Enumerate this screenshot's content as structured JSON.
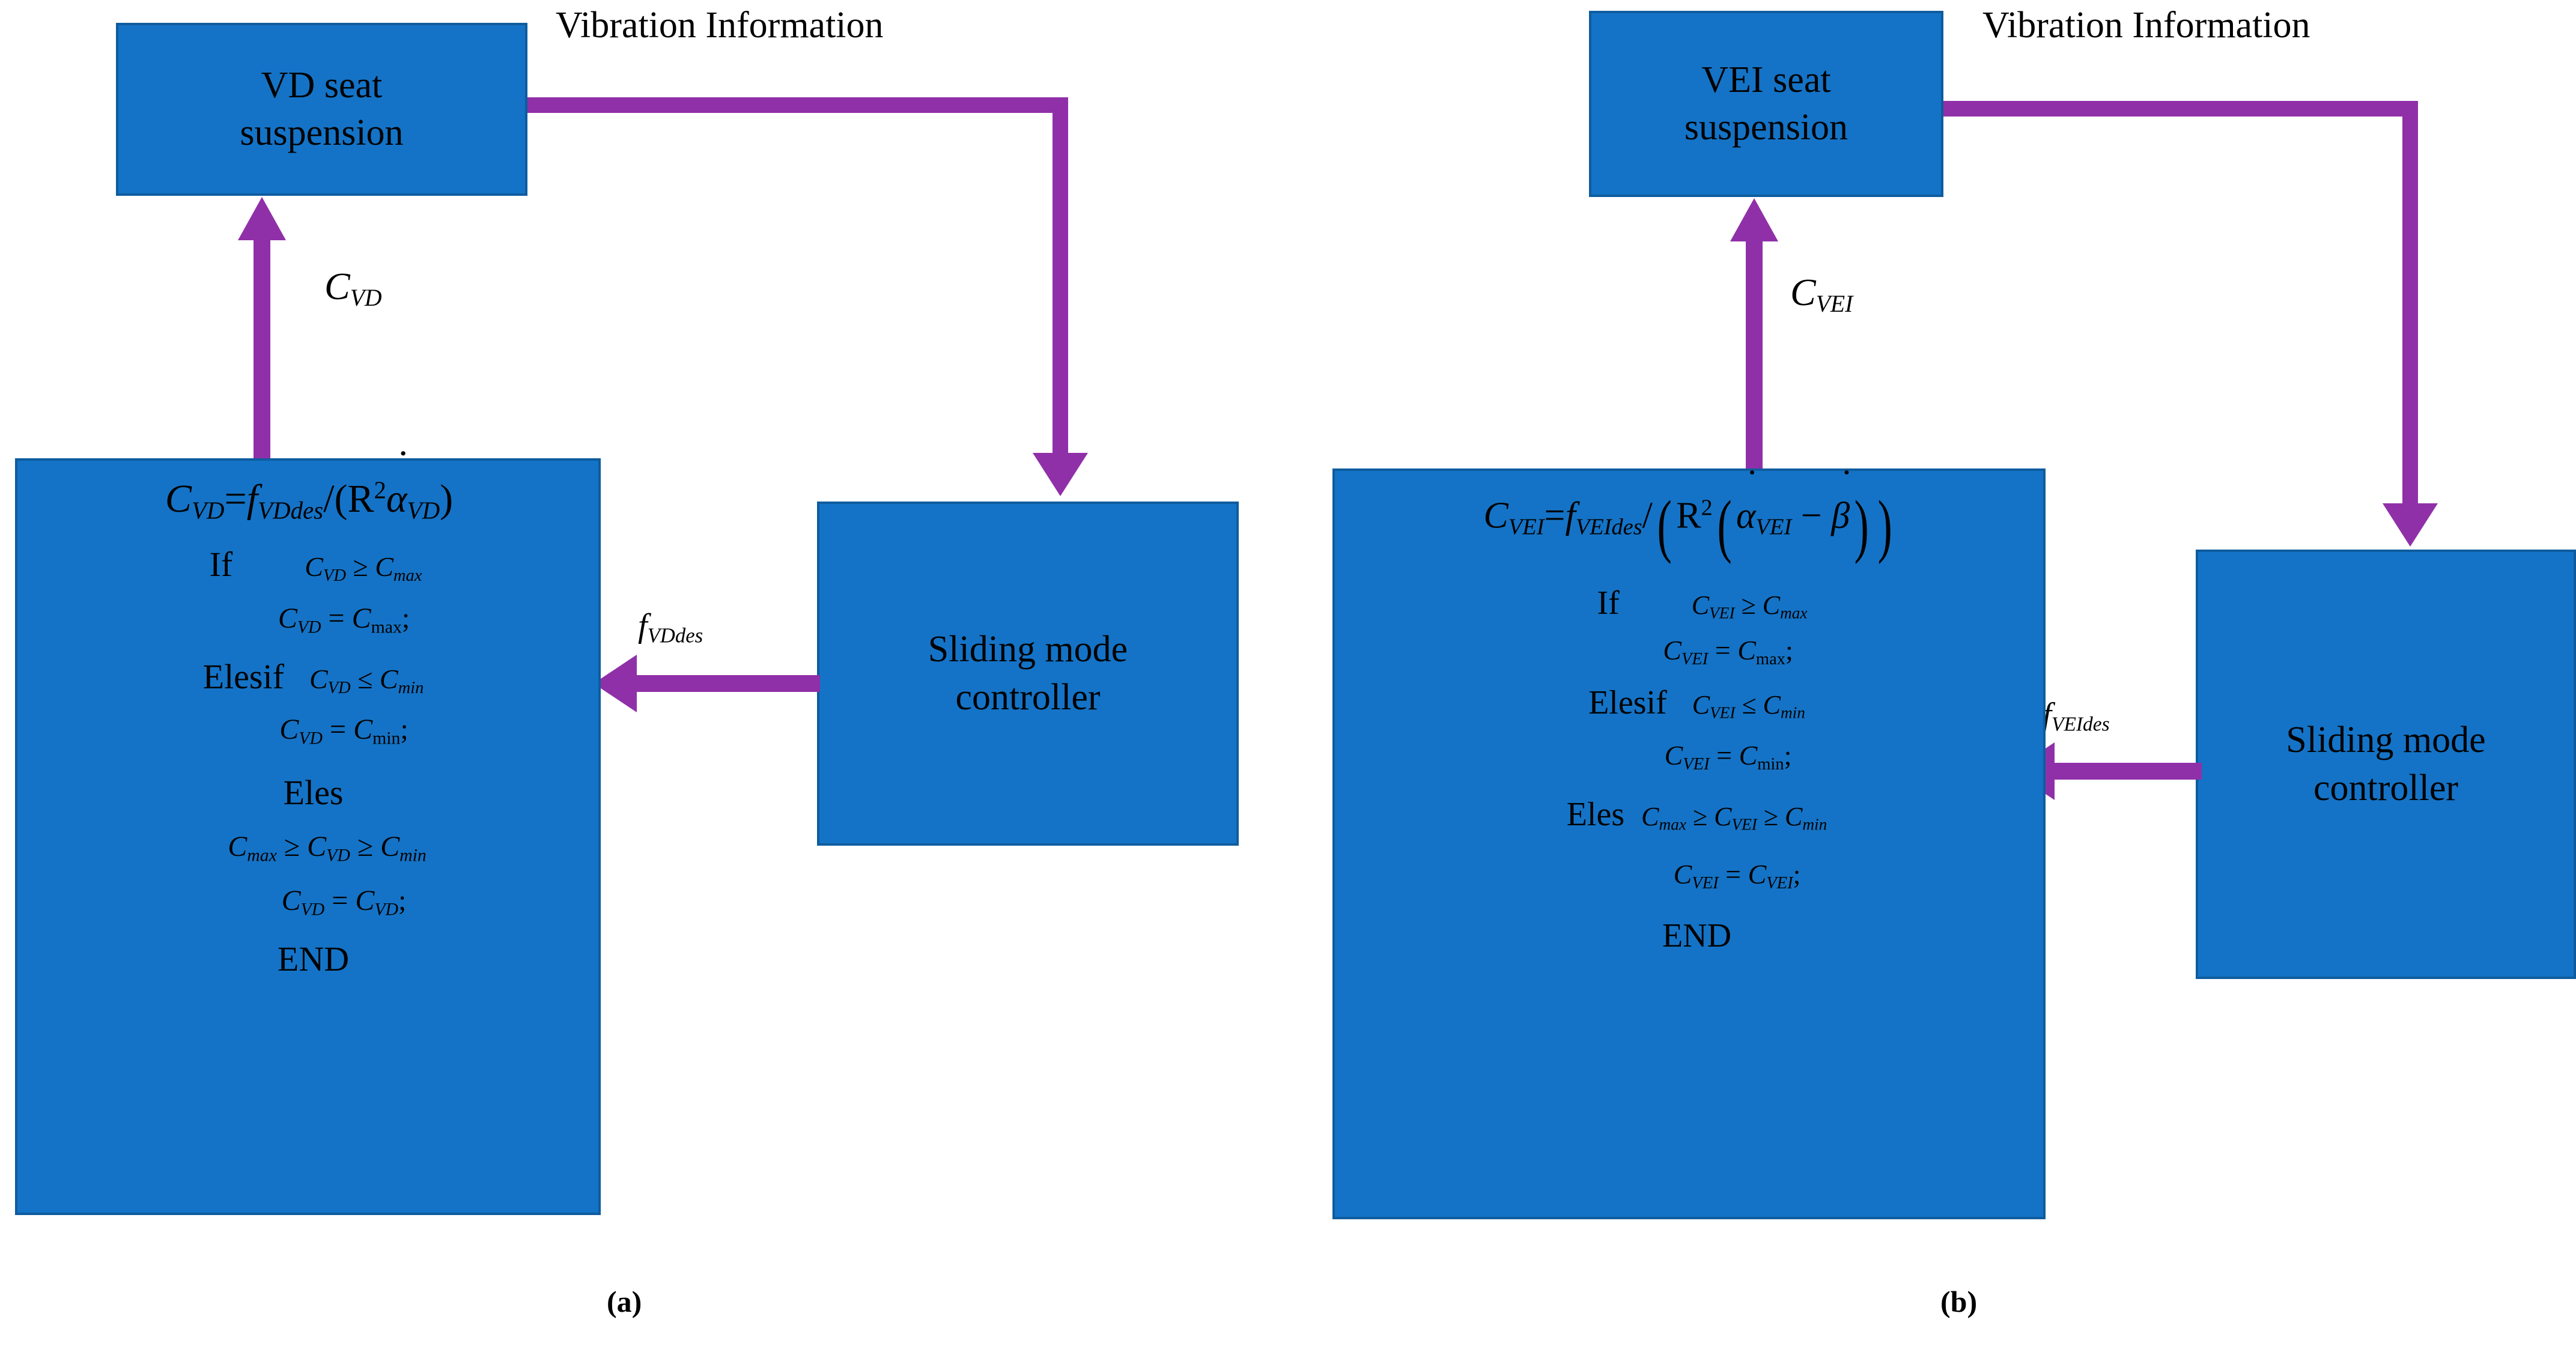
{
  "figure": {
    "panels": [
      {
        "id": "a",
        "caption": "(a)",
        "plant_box": {
          "line1": "VD seat",
          "line2": "suspension"
        },
        "controller_box": {
          "line1": "Sliding mode",
          "line2": "controller"
        },
        "feedback_label": "Vibration Information",
        "gain_label": "C_VD",
        "gain_label_base": "C",
        "gain_label_sub": "VD",
        "force_label": "f_VDdes",
        "force_label_base": "f",
        "force_label_sub": "VDdes",
        "algorithm": {
          "equation": "C_VD = f_VDdes / (R^2 α̇_VD)",
          "lines": [
            "If           C_VD ≥ C_max",
            "C_VD = C_max;",
            "Elesif   C_VD ≤ C_min",
            "C_VD = C_min;",
            "Eles",
            "C_max ≥ C_VD ≥ C_min",
            "C_VD = C_VD;",
            "END"
          ],
          "keywords": {
            "if": "If",
            "elseif": "Elesif",
            "else": "Eles",
            "end": "END"
          },
          "symbols": {
            "C": "C",
            "f": "f",
            "R": "R",
            "alpha": "α",
            "beta": "β",
            "sub_var": "VD",
            "sub_force": "VDdes",
            "sub_max": "max",
            "sub_min": "min",
            "ge": "≥",
            "le": "≤",
            "eq": "=",
            "semi": ";",
            "slash": "/",
            "exp": "2"
          }
        }
      },
      {
        "id": "b",
        "caption": "(b)",
        "plant_box": {
          "line1": "VEI seat",
          "line2": "suspension"
        },
        "controller_box": {
          "line1": "Sliding mode",
          "line2": "controller"
        },
        "feedback_label": "Vibration Information",
        "gain_label": "C_VEI",
        "gain_label_base": "C",
        "gain_label_sub": "VEI",
        "force_label": "f_VEIdes",
        "force_label_base": "f",
        "force_label_sub": "VEIdes",
        "algorithm": {
          "equation": "C_VEI = f_VEIdes / (R^2 (α̇_VEI − β̇))",
          "lines": [
            "If           C_VEI ≥ C_max",
            "C_VEI = C_max;",
            "Elesif   C_VEI ≤ C_min",
            "C_VEI = C_min;",
            "Eles   C_max ≥ C_VEI ≥ C_min",
            "C_VEI = C_VEI;",
            "END"
          ],
          "keywords": {
            "if": "If",
            "elseif": "Elesif",
            "else": "Eles",
            "end": "END"
          },
          "symbols": {
            "C": "C",
            "f": "f",
            "R": "R",
            "alpha": "α",
            "beta": "β",
            "sub_var": "VEI",
            "sub_force": "VEIdes",
            "sub_max": "max",
            "sub_min": "min",
            "ge": "≥",
            "le": "≤",
            "eq": "=",
            "minus": "−",
            "semi": ";",
            "slash": "/",
            "exp": "2"
          }
        }
      }
    ],
    "colors": {
      "box_fill": "#1473C6",
      "box_border": "#0E5C9E",
      "arrow": "#9030A8",
      "text": "#000000",
      "background": "#FFFFFF"
    }
  }
}
